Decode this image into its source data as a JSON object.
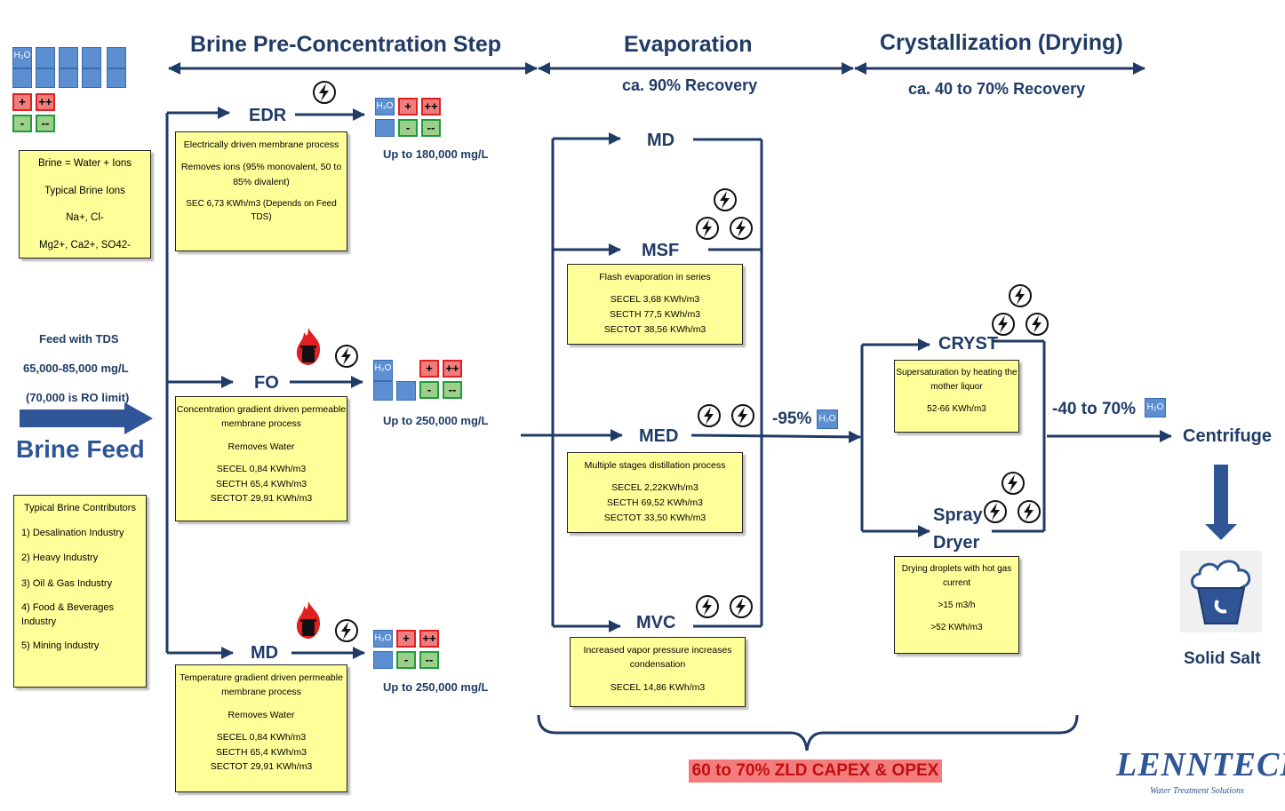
{
  "headers": {
    "pre": "Brine Pre-Concentration Step",
    "evap": "Evaporation",
    "cryst": "Crystallization (Drying)",
    "evap_recovery": "ca. 90% Recovery",
    "cryst_recovery": "ca. 40 to 70% Recovery"
  },
  "legend": {
    "water": "H₂O",
    "plus": "+",
    "plusplus": "++",
    "minus": "-",
    "minusminus": "--"
  },
  "brine_box": {
    "line1": "Brine = Water + Ions",
    "line2": "Typical Brine Ions",
    "line3": "Na+, Cl-",
    "line4": "Mg2+, Ca2+, SO42-"
  },
  "feed": {
    "line1": "Feed with TDS",
    "line2": "65,000-85,000 mg/L",
    "line3": "(70,000 is RO limit)",
    "title": "Brine Feed"
  },
  "contributors": {
    "title": "Typical Brine Contributors",
    "items": [
      "1) Desalination Industry",
      "2) Heavy Industry",
      "3) Oil & Gas Industry",
      "4) Food & Beverages Industry",
      "5) Mining Industry"
    ]
  },
  "edr": {
    "label": "EDR",
    "conc": "Up to 180,000 mg/L",
    "desc1": "Electrically driven membrane process",
    "desc2": "Removes ions (95% monovalent, 50 to 85% divalent)",
    "desc3": "SEC 6,73 KWh/m3 (Depends on Feed TDS)"
  },
  "fo": {
    "label": "FO",
    "conc": "Up to 250,000 mg/L",
    "desc1": "Concentration gradient driven permeable membrane process",
    "desc2": "Removes Water",
    "sec_el": "SECEL 0,84 KWh/m3",
    "sec_th": "SECTH 65,4 KWh/m3",
    "sec_tot": "SECTOT 29,91 KWh/m3"
  },
  "md_pre": {
    "label": "MD",
    "conc": "Up to 250,000 mg/L",
    "desc1": "Temperature gradient driven permeable membrane process",
    "desc2": "Removes Water",
    "sec_el": "SECEL 0,84 KWh/m3",
    "sec_th": "SECTH 65,4 KWh/m3",
    "sec_tot": "SECTOT 29,91 KWh/m3"
  },
  "evap_nodes": {
    "md": "MD",
    "msf": "MSF",
    "msf_desc": "Flash evaporation in series",
    "msf_el": "SECEL 3,68 KWh/m3",
    "msf_th": "SECTH 77,5 KWh/m3",
    "msf_tot": "SECTOT 38,56 KWh/m3",
    "med": "MED",
    "med_desc": "Multiple stages distillation process",
    "med_el": "SECEL 2,22KWh/m3",
    "med_th": "SECTH 69,52 KWh/m3",
    "med_tot": "SECTOT 33,50 KWh/m3",
    "mvc": "MVC",
    "mvc_desc": "Increased vapor pressure increases condensation",
    "mvc_el": "SECEL 14,86 KWh/m3",
    "removal": "-95%"
  },
  "cryst_nodes": {
    "cryst": "CRYST",
    "cryst_desc": "Supersaturation by heating the mother liquor",
    "cryst_sec": "52-66 KWh/m3",
    "spray1": "Spray",
    "spray2": "Dryer",
    "spray_desc": "Drying droplets with hot gas current",
    "spray_flow": ">15 m3/h",
    "spray_sec": ">52 KWh/m3",
    "removal": "-40 to 70%",
    "centrifuge": "Centrifuge",
    "solid_salt": "Solid Salt"
  },
  "zld": "60 to 70% ZLD CAPEX & OPEX",
  "logo": {
    "name": "LENNTECH",
    "tagline": "Water Treatment Solutions"
  },
  "colors": {
    "navy": "#1f3b66",
    "box_fill": "#ffff99",
    "water_blue": "#5b8fd1",
    "positive_red": "#ef7d7d",
    "negative_green": "#9bcf8a",
    "zld_fill": "#f47c7c"
  }
}
